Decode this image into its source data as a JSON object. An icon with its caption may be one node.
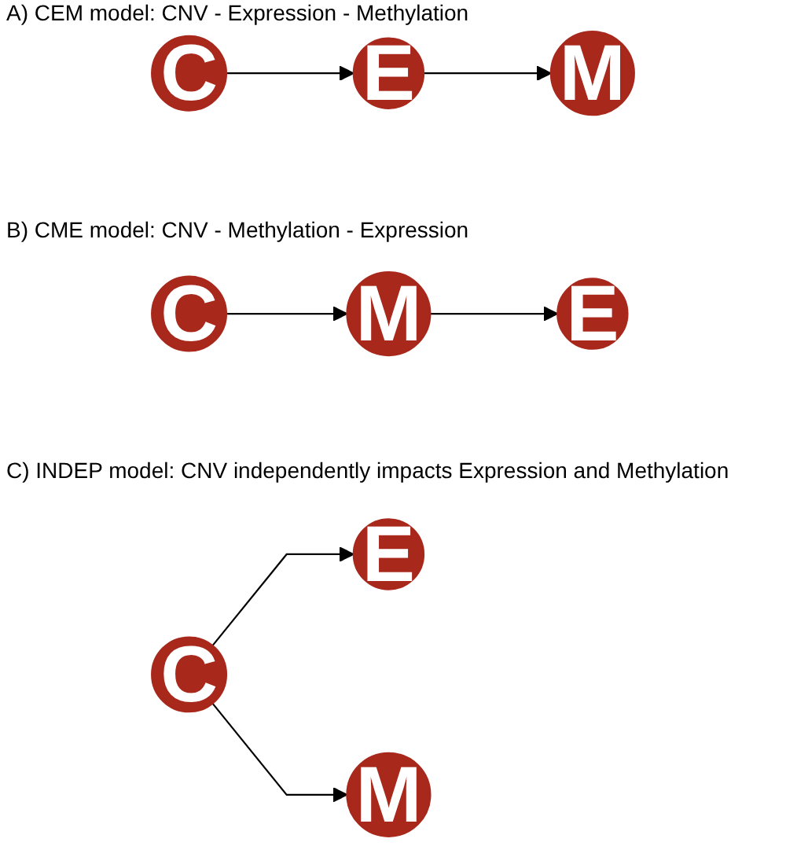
{
  "diagram": {
    "nodes": [
      {
        "text": [
          "C"
        ]
      },
      {
        "text": [
          "E"
        ]
      },
      {
        "text": [
          "M"
        ]
      },
      {
        "text": [
          "C"
        ]
      },
      {
        "text": [
          "M"
        ]
      },
      {
        "text": [
          "E"
        ]
      },
      {
        "text": [
          "E"
        ]
      },
      {
        "text": [
          "C"
        ]
      },
      {
        "text": [
          "M"
        ]
      }
    ],
    "edges": [
      {
        "from": 0,
        "to": 1,
        "arrow": "to"
      },
      {
        "from": 1,
        "to": 2,
        "arrow": "to"
      },
      {
        "from": 3,
        "to": 4,
        "arrow": "to"
      },
      {
        "from": 4,
        "to": 5,
        "arrow": "to"
      },
      {
        "from": 7,
        "to": 6,
        "arrow": "to"
      },
      {
        "from": 7,
        "to": 8,
        "arrow": "to"
      }
    ],
    "labels": [
      "A) CEM model: CNV - Expression - Methylation",
      "B) CME model: CNV - Methylation - Expression",
      "C) INDEP model: CNV independently impacts Expression and Methylation"
    ]
  }
}
